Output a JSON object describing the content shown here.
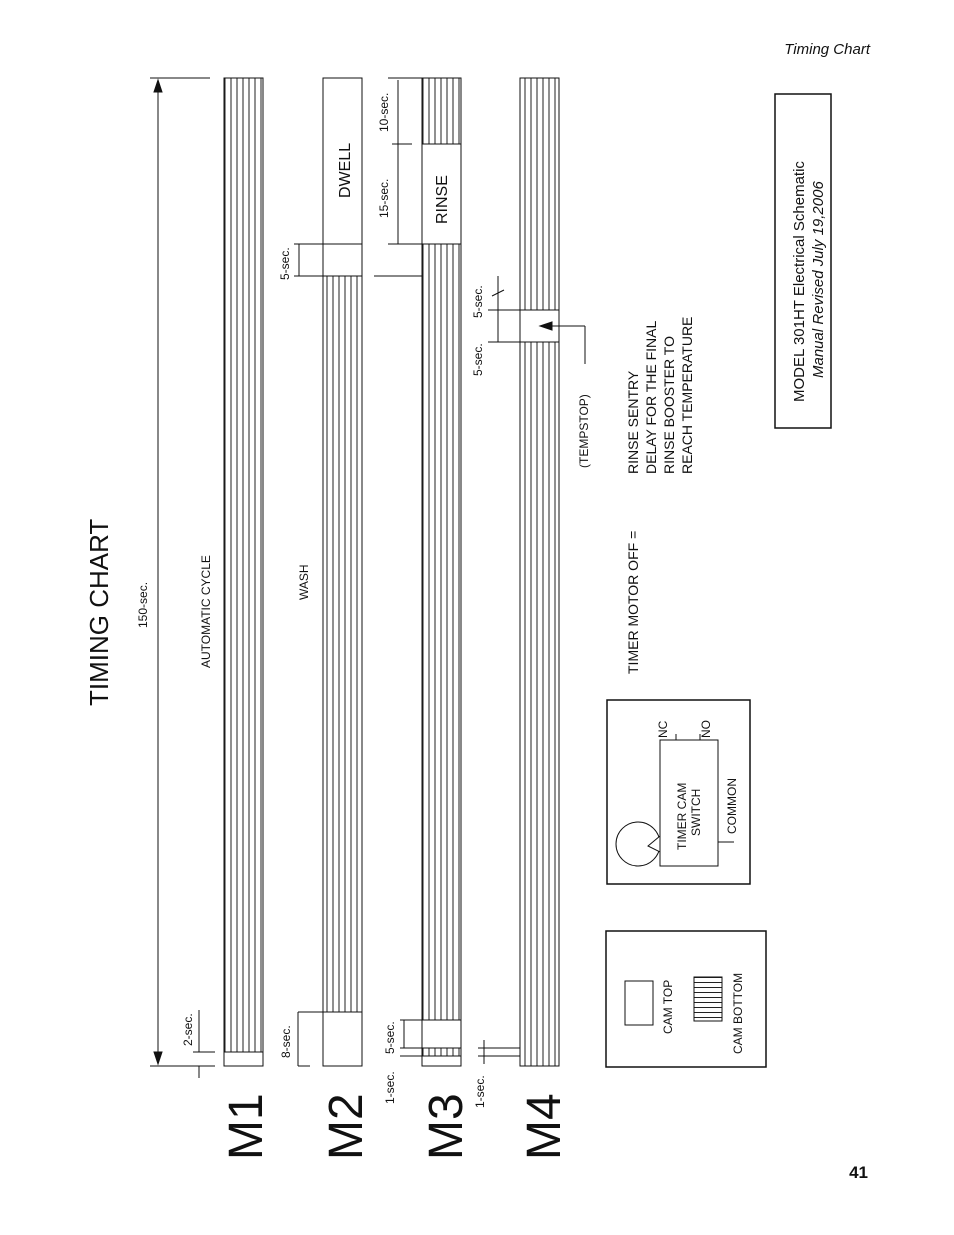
{
  "header": {
    "section": "Timing Chart",
    "page_number": "41"
  },
  "title": "TIMING CHART",
  "model_box": {
    "line1": "MODEL 301HT Electrical Schematic",
    "line2": "Manual Revised July 19,2006"
  },
  "tracks": [
    {
      "id": "M1",
      "label": "M1",
      "segments": [
        {
          "label": "AUTOMATIC CYCLE"
        }
      ]
    },
    {
      "id": "M2",
      "label": "M2",
      "segments": [
        {
          "label": "WASH"
        },
        {
          "label": "DWELL"
        }
      ]
    },
    {
      "id": "M3",
      "label": "M3",
      "segments": [
        {
          "label": "RINSE"
        }
      ]
    },
    {
      "id": "M4",
      "label": "M4",
      "segments": []
    }
  ],
  "dimensions": {
    "total": "150-sec.",
    "m1_start": "2-sec.",
    "m2_start": "8-sec.",
    "m2_dwell_gap": "5-sec.",
    "m3_pre": "5-sec.",
    "m3_start": "1-sec.",
    "rinse": "15-sec.",
    "after_rinse": "10-sec.",
    "m4_start": "1-sec.",
    "m4_stop_a": "5-sec.",
    "m4_stop_b": "5-sec."
  },
  "tempstop": "(TEMPSTOP)",
  "timer_motor_off": {
    "label": "TIMER MOTOR OFF =",
    "lines": [
      "RINSE SENTRY",
      "DELAY FOR THE FINAL",
      "RINSE BOOSTER TO",
      "REACH TEMPERATURE"
    ]
  },
  "switch_box": {
    "nc": "NC",
    "no": "NO",
    "switch_line1": "TIMER CAM",
    "switch_line2": "SWITCH",
    "common": "COMMON"
  },
  "legend": {
    "cam_top": "CAM TOP",
    "cam_bottom": "CAM BOTTOM"
  }
}
